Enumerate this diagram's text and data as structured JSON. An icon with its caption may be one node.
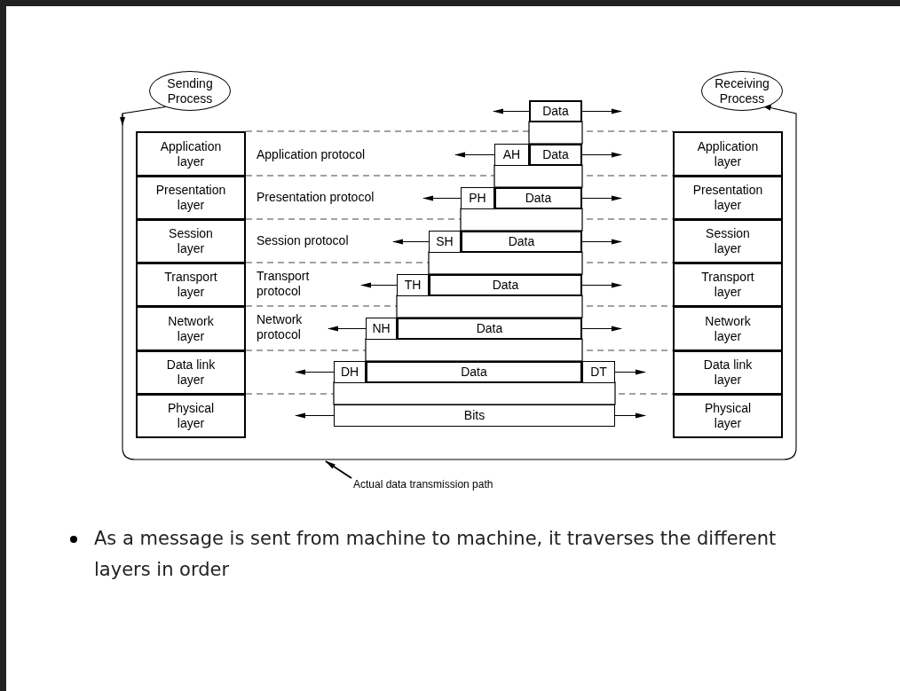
{
  "diagram": {
    "nodes": [
      {
        "text": [
          "Sending Process"
        ]
      },
      {
        "text": [
          "Receiving Process"
        ]
      },
      {
        "text": [
          "Application layer"
        ]
      },
      {
        "text": [
          "Presentation layer"
        ]
      },
      {
        "text": [
          "Session layer"
        ]
      },
      {
        "text": [
          "Transport layer"
        ]
      },
      {
        "text": [
          "Network layer"
        ]
      },
      {
        "text": [
          "Data link layer"
        ]
      },
      {
        "text": [
          "Physical layer"
        ]
      },
      {
        "text": [
          "Application layer"
        ]
      },
      {
        "text": [
          "Presentation layer"
        ]
      },
      {
        "text": [
          "Session layer"
        ]
      },
      {
        "text": [
          "Transport layer"
        ]
      },
      {
        "text": [
          "Network layer"
        ]
      },
      {
        "text": [
          "Data link layer"
        ]
      },
      {
        "text": [
          "Physical layer"
        ]
      },
      {
        "text": [
          "Data"
        ]
      },
      {
        "text": [
          "AH"
        ]
      },
      {
        "text": [
          "Data"
        ]
      },
      {
        "text": [
          "PH"
        ]
      },
      {
        "text": [
          "Data"
        ]
      },
      {
        "text": [
          "SH"
        ]
      },
      {
        "text": [
          "Data"
        ]
      },
      {
        "text": [
          "TH"
        ]
      },
      {
        "text": [
          "Data"
        ]
      },
      {
        "text": [
          "NH"
        ]
      },
      {
        "text": [
          "Data"
        ]
      },
      {
        "text": [
          "DH"
        ]
      },
      {
        "text": [
          "Data"
        ]
      },
      {
        "text": [
          "DT"
        ]
      },
      {
        "text": [
          "Bits"
        ]
      },
      {
        "text": [
          "Actual data transmission path"
        ]
      }
    ],
    "edges": [
      {
        "from": 0,
        "to": 1,
        "arrow": "to"
      },
      {
        "from": 31,
        "to": null,
        "arrow": "to"
      },
      {
        "from": 16,
        "to": null,
        "arrow": "to"
      },
      {
        "from": 16,
        "to": null,
        "arrow": "to"
      },
      {
        "from": 17,
        "to": null,
        "arrow": "to"
      },
      {
        "from": 18,
        "to": null,
        "arrow": "to"
      },
      {
        "from": 19,
        "to": null,
        "arrow": "to"
      },
      {
        "from": 20,
        "to": null,
        "arrow": "to"
      },
      {
        "from": 21,
        "to": null,
        "arrow": "to"
      },
      {
        "from": 22,
        "to": null,
        "arrow": "to"
      },
      {
        "from": 23,
        "to": null,
        "arrow": "to"
      },
      {
        "from": 24,
        "to": null,
        "arrow": "to"
      },
      {
        "from": 25,
        "to": null,
        "arrow": "to"
      },
      {
        "from": 26,
        "to": null,
        "arrow": "to"
      },
      {
        "from": 27,
        "to": null,
        "arrow": "to"
      },
      {
        "from": 29,
        "to": null,
        "arrow": "to"
      },
      {
        "from": 30,
        "to": null,
        "arrow": "to"
      },
      {
        "from": 30,
        "to": null,
        "arrow": "to"
      }
    ],
    "labels": [
      "Application protocol",
      "Presentation protocol",
      "Session protocol",
      "Transport protocol",
      "Network protocol",
      "As a message is sent from machine to machine, it traverses the different layers in order"
    ]
  }
}
